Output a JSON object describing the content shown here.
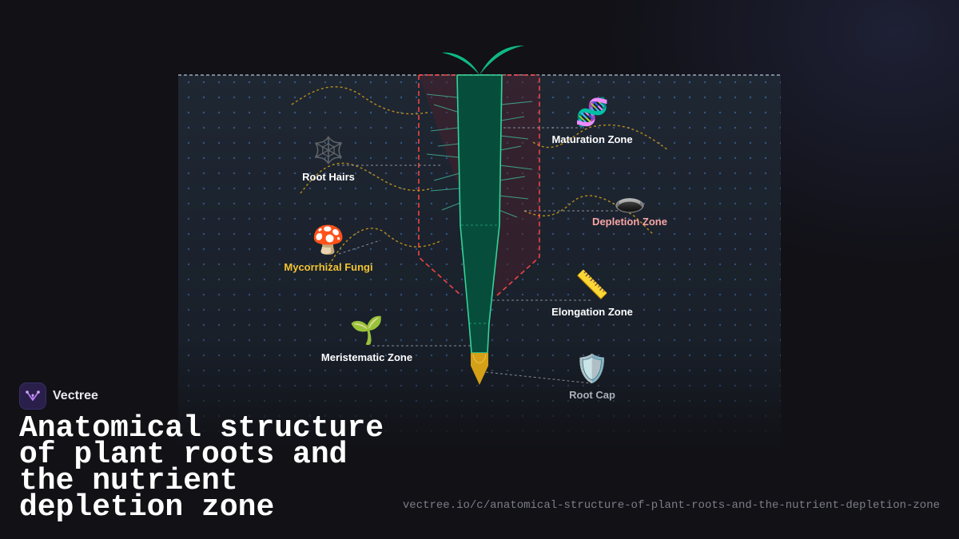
{
  "brand": {
    "name": "Vectree"
  },
  "title": "Anatomical structure of plant roots and the nutrient depletion zone",
  "url": "vectree.io/c/anatomical-structure-of-plant-roots-and-the-nutrient-depletion-zone",
  "labels": {
    "root_hairs": "Root Hairs",
    "maturation_zone": "Maturation Zone",
    "depletion_zone": "Depletion Zone",
    "mycorrhizal_fungi": "Mycorrhizal Fungi",
    "elongation_zone": "Elongation Zone",
    "meristematic_zone": "Meristematic Zone",
    "root_cap": "Root Cap"
  },
  "icons": {
    "root_hairs": "🕸️",
    "maturation_zone": "🧬",
    "depletion_zone": "🕳️",
    "mycorrhizal_fungi": "🍄",
    "elongation_zone": "📏",
    "meristematic_zone": "🌱",
    "root_cap": "🛡️"
  },
  "colors": {
    "background": "#111116",
    "soil": "#1d2530",
    "root_fill": "#064e3b",
    "root_outline": "#34d399",
    "leaves": "#10b981",
    "root_cap": "#d4a017",
    "depletion_boundary": "#ef4444",
    "fungal_hyphae": "#d4a017",
    "fungi_label": "#f4c430",
    "depletion_label": "#f8a5a5"
  }
}
